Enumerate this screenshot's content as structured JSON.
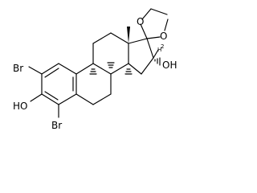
{
  "labels": {
    "br_top": "Br",
    "br_bottom": "Br",
    "ho": "HO",
    "oh": "OH",
    "o_left": "O",
    "o_right": "O",
    "h_small": "H",
    "d_small": "2"
  }
}
